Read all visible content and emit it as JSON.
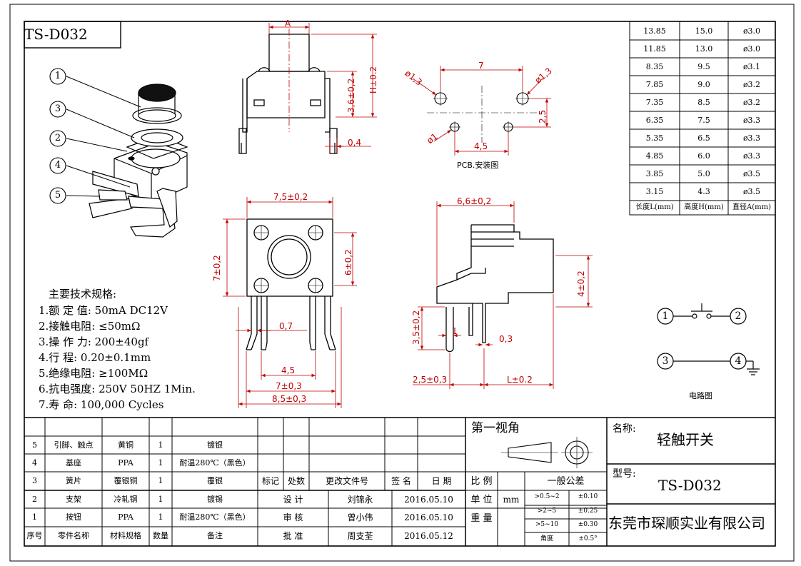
{
  "model_box": "TS-D032",
  "callouts": [
    "1",
    "3",
    "2",
    "4",
    "5"
  ],
  "dims": {
    "a": "A",
    "h_tol": "H±0.2",
    "d36": "3,6±0,2",
    "d04": "0,4",
    "pcb7": "7",
    "d13a": "ø1,3",
    "d13b": "ø1,3",
    "d25": "2,5",
    "d1": "ø1",
    "d45pcb": "4,5",
    "pcb_label": "PCB.安装图",
    "w75": "7,5±0,2",
    "h7": "7±0,2",
    "h6": "6±0,2",
    "d07": "0,7",
    "d45": "4,5",
    "d7_03": "7±0,3",
    "d85": "8,5±0,3",
    "d66": "6,6±0,2",
    "d4": "4±0,2",
    "d35": "3,5±0,2",
    "d1side": "1",
    "d03": "0,3",
    "d253": "2,5±0,3",
    "dL": "L±0.2"
  },
  "size_table": {
    "rows": [
      [
        "13.85",
        "15.0",
        "ø3.0"
      ],
      [
        "11.85",
        "13.0",
        "ø3.0"
      ],
      [
        "8.35",
        "9.5",
        "ø3.1"
      ],
      [
        "7.85",
        "9.0",
        "ø3.2"
      ],
      [
        "7.35",
        "8.5",
        "ø3.2"
      ],
      [
        "6.35",
        "7.5",
        "ø3.3"
      ],
      [
        "5.35",
        "6.5",
        "ø3.3"
      ],
      [
        "4.85",
        "6.0",
        "ø3.3"
      ],
      [
        "3.85",
        "5.0",
        "ø3.5"
      ],
      [
        "3.15",
        "4.3",
        "ø3.5"
      ]
    ],
    "headers": [
      "长度L(mm)",
      "高度H(mm)",
      "直径A(mm)"
    ]
  },
  "specs": {
    "title": "主要技术规格:",
    "lines": [
      "1.额 定 值: 50mA DC12V",
      "2.接触电阻: ≤50mΩ",
      "3.操 作 力: 200±40gf",
      "4.行    程: 0.20±0.1mm",
      "5.绝缘电阻: ≥100MΩ",
      "6.抗电强度: 250V 50HZ 1Min.",
      "7.寿    命: 100,000 Cycles"
    ]
  },
  "circuit": {
    "nodes": [
      "1",
      "2",
      "3",
      "4"
    ],
    "label": "电路图"
  },
  "parts": {
    "rows": [
      [
        "5",
        "引脚、触点",
        "黄铜",
        "1",
        "镀银"
      ],
      [
        "4",
        "基座",
        "PPA",
        "1",
        "耐温280℃（黑色）"
      ],
      [
        "3",
        "簧片",
        "覆银铜",
        "1",
        "覆银"
      ],
      [
        "2",
        "支架",
        "冷轧钢",
        "1",
        "镀锡"
      ],
      [
        "1",
        "按钮",
        "PPA",
        "1",
        "耐温280℃（黑色）"
      ]
    ],
    "headers": [
      "序号",
      "零件名称",
      "材料规格",
      "数量",
      "备注"
    ]
  },
  "revision": {
    "headers": [
      "标记",
      "处数",
      "更改文件号",
      "签 名",
      "日 期"
    ],
    "rows": [
      [
        "设 计",
        "刘锦永",
        "2016.05.10"
      ],
      [
        "审 核",
        "曾小伟",
        "2016.05.10"
      ],
      [
        "批 准",
        "周支荃",
        "2016.05.12"
      ]
    ]
  },
  "projection": {
    "title": "第一视角",
    "scale": "比 例",
    "unit_label": "单 位",
    "unit": "mm",
    "weight": "重 量"
  },
  "tolerance": {
    "title": "一般公差",
    "rows": [
      [
        ">0.5~2",
        "±0.10"
      ],
      [
        ">2~5",
        "±0.25"
      ],
      [
        ">5~10",
        "±0.30"
      ],
      [
        "角度",
        "±0.5°"
      ]
    ]
  },
  "title_block": {
    "name_label": "名称:",
    "name": "轻触开关",
    "model_label": "型号:",
    "model": "TS-D032",
    "company": "东莞市琛顺实业有限公司"
  }
}
